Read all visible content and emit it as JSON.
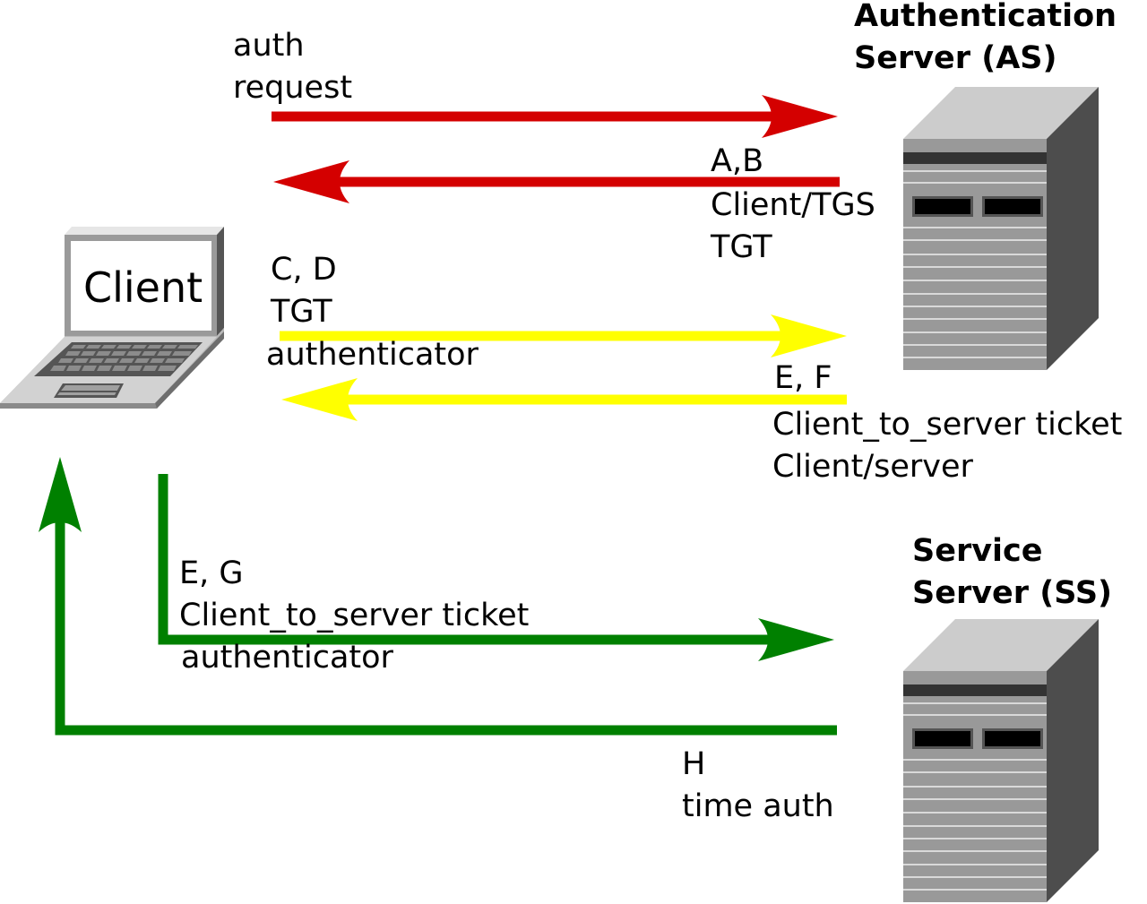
{
  "client": {
    "label": "Client"
  },
  "as_server": {
    "title_line1": "Authentication",
    "title_line2": "Server (AS)"
  },
  "ss_server": {
    "title_line1": "Service",
    "title_line2": "Server (SS)"
  },
  "messages": {
    "auth_request": {
      "line1": "auth",
      "line2": "request"
    },
    "ab": {
      "line1": "A,B",
      "line2": "Client/TGS",
      "line3": "TGT"
    },
    "cd": {
      "line1": "C, D",
      "line2": "TGT",
      "line3": "authenticator"
    },
    "ef": {
      "line1": "E, F",
      "line2": "Client_to_server ticket",
      "line3": "Client/server"
    },
    "eg": {
      "line1": "E, G",
      "line2": "Client_to_server ticket",
      "line3": "authenticator"
    },
    "h": {
      "line1": "H",
      "line2": "time auth"
    }
  },
  "colors": {
    "red": "#d40000",
    "yellow": "#ffff00",
    "green": "#008000"
  }
}
